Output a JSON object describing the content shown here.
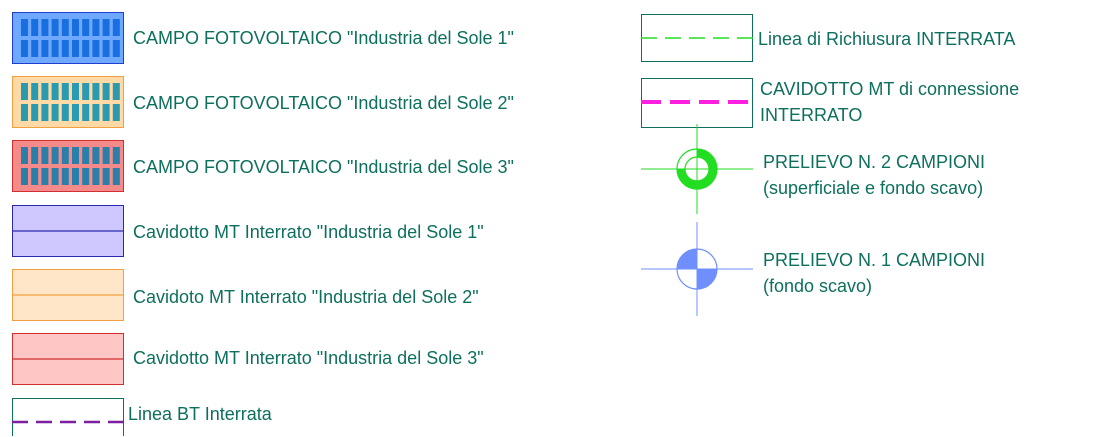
{
  "legend": {
    "items": [
      {
        "label": "CAMPO FOTOVOLTAICO \"Industria del Sole 1\"",
        "symbol": "pv-field",
        "fill": "#6fa8ff",
        "stroke": "#1f3fd0",
        "module": "#1a6fe0"
      },
      {
        "label": "CAMPO FOTOVOLTAICO \"Industria del Sole 2\"",
        "symbol": "pv-field",
        "fill": "#ffd9a6",
        "stroke": "#f0a040",
        "module": "#2a9ab0"
      },
      {
        "label": "CAMPO FOTOVOLTAICO \"Industria del Sole 3\"",
        "symbol": "pv-field",
        "fill": "#f48a8a",
        "stroke": "#d03030",
        "module": "#2a7fa8"
      },
      {
        "label": "Cavidotto MT Interrato \"Industria del Sole 1\"",
        "symbol": "duct",
        "fill": "#cfc8ff",
        "stroke": "#2a2ab0"
      },
      {
        "label": "Cavidoto MT Interrato \"Industria del Sole 2\"",
        "symbol": "duct",
        "fill": "#ffe6c9",
        "stroke": "#f0a040"
      },
      {
        "label": "Cavidotto MT Interrato \"Industria del Sole 3\"",
        "symbol": "duct",
        "fill": "#ffc6c6",
        "stroke": "#d03030"
      },
      {
        "label": "Linea BT Interrata",
        "symbol": "dashed-line",
        "color": "#7a1fa0"
      },
      {
        "label": "Linea di Richiusura INTERRATA",
        "symbol": "dashed-line",
        "color": "#22dd22"
      },
      {
        "label": "CAVIDOTTO MT di connessione",
        "label2": "INTERRATO",
        "symbol": "dashed-line",
        "color": "#ff1fe0"
      },
      {
        "label": "PRELIEVO N. 2 CAMPIONI",
        "label2": "(superficiale e fondo scavo)",
        "symbol": "sample-2",
        "color": "#22dd22"
      },
      {
        "label": "PRELIEVO N. 1 CAMPIONI",
        "label2": "(fondo scavo)",
        "symbol": "sample-1",
        "color": "#6f8fff"
      }
    ]
  }
}
